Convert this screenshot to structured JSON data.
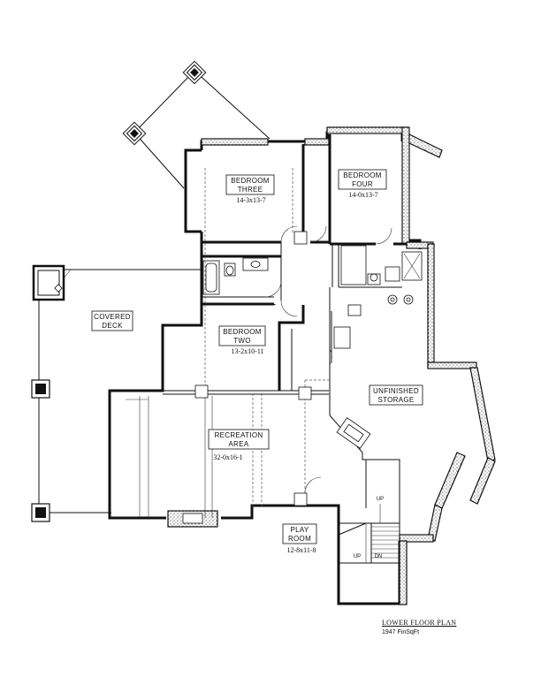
{
  "plan": {
    "title": "LOWER FLOOR PLAN",
    "subtitle": "1947 FinSqFt"
  },
  "rooms": {
    "bedroom_three": {
      "name_line1": "BEDROOM",
      "name_line2": "THREE",
      "dims": "14-3x13-7"
    },
    "bedroom_four": {
      "name_line1": "BEDROOM",
      "name_line2": "FOUR",
      "dims": "14-0x13-7"
    },
    "bedroom_two": {
      "name_line1": "BEDROOM",
      "name_line2": "TWO",
      "dims": "13-2x10-11"
    },
    "covered_deck": {
      "name_line1": "COVERED",
      "name_line2": "DECK"
    },
    "unfinished_storage": {
      "name_line1": "UNFINISHED",
      "name_line2": "STORAGE"
    },
    "recreation_area": {
      "name_line1": "RECREATION",
      "name_line2": "AREA",
      "dims": "32-0x16-1"
    },
    "play_room": {
      "name_line1": "PLAY",
      "name_line2": "ROOM",
      "dims": "12-8x11-8"
    }
  },
  "stairs": {
    "up_upper": "UP",
    "up_lower": "UP",
    "down": "DN"
  }
}
